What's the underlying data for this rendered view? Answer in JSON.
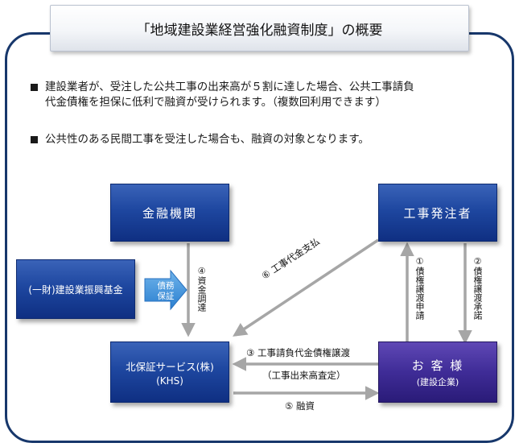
{
  "title": "「地域建設業経営強化融資制度」の概要",
  "bullets": [
    "建設業者が、受注した公共工事の出来高が５割に達した場合、公共工事請負\n代金債権を担保に低利で融資が受けられます。（複数回利用できます）",
    "公共性のある民間工事を受注した場合も、融資の対象となります。"
  ],
  "nodes": {
    "bank": {
      "name": "金融機関"
    },
    "client": {
      "name": "工事発注者"
    },
    "fund": {
      "name": "(一財)建設業振興基金"
    },
    "khs": {
      "name": "北保証サービス(株)",
      "sub": "(KHS)"
    },
    "customer": {
      "name": "お 客 様",
      "sub": "(建設企業)"
    }
  },
  "guarantee_label": "債務\n保証",
  "edges": {
    "e4": {
      "num": "④",
      "text": "資金調達"
    },
    "e1": {
      "num": "①",
      "text": "債権譲渡申請"
    },
    "e2": {
      "num": "②",
      "text": "債権譲渡承諾"
    },
    "e6": "⑥ 工事代金支払",
    "e3": "③ 工事請負代金債権譲渡",
    "e3_sub": "（工事出来高査定）",
    "e5": "⑤ 融資"
  },
  "colors": {
    "frame": "#17376b",
    "node_blue": "#1e47a0",
    "node_purple": "#3f2c97",
    "arrow": "#a6a6a6"
  }
}
